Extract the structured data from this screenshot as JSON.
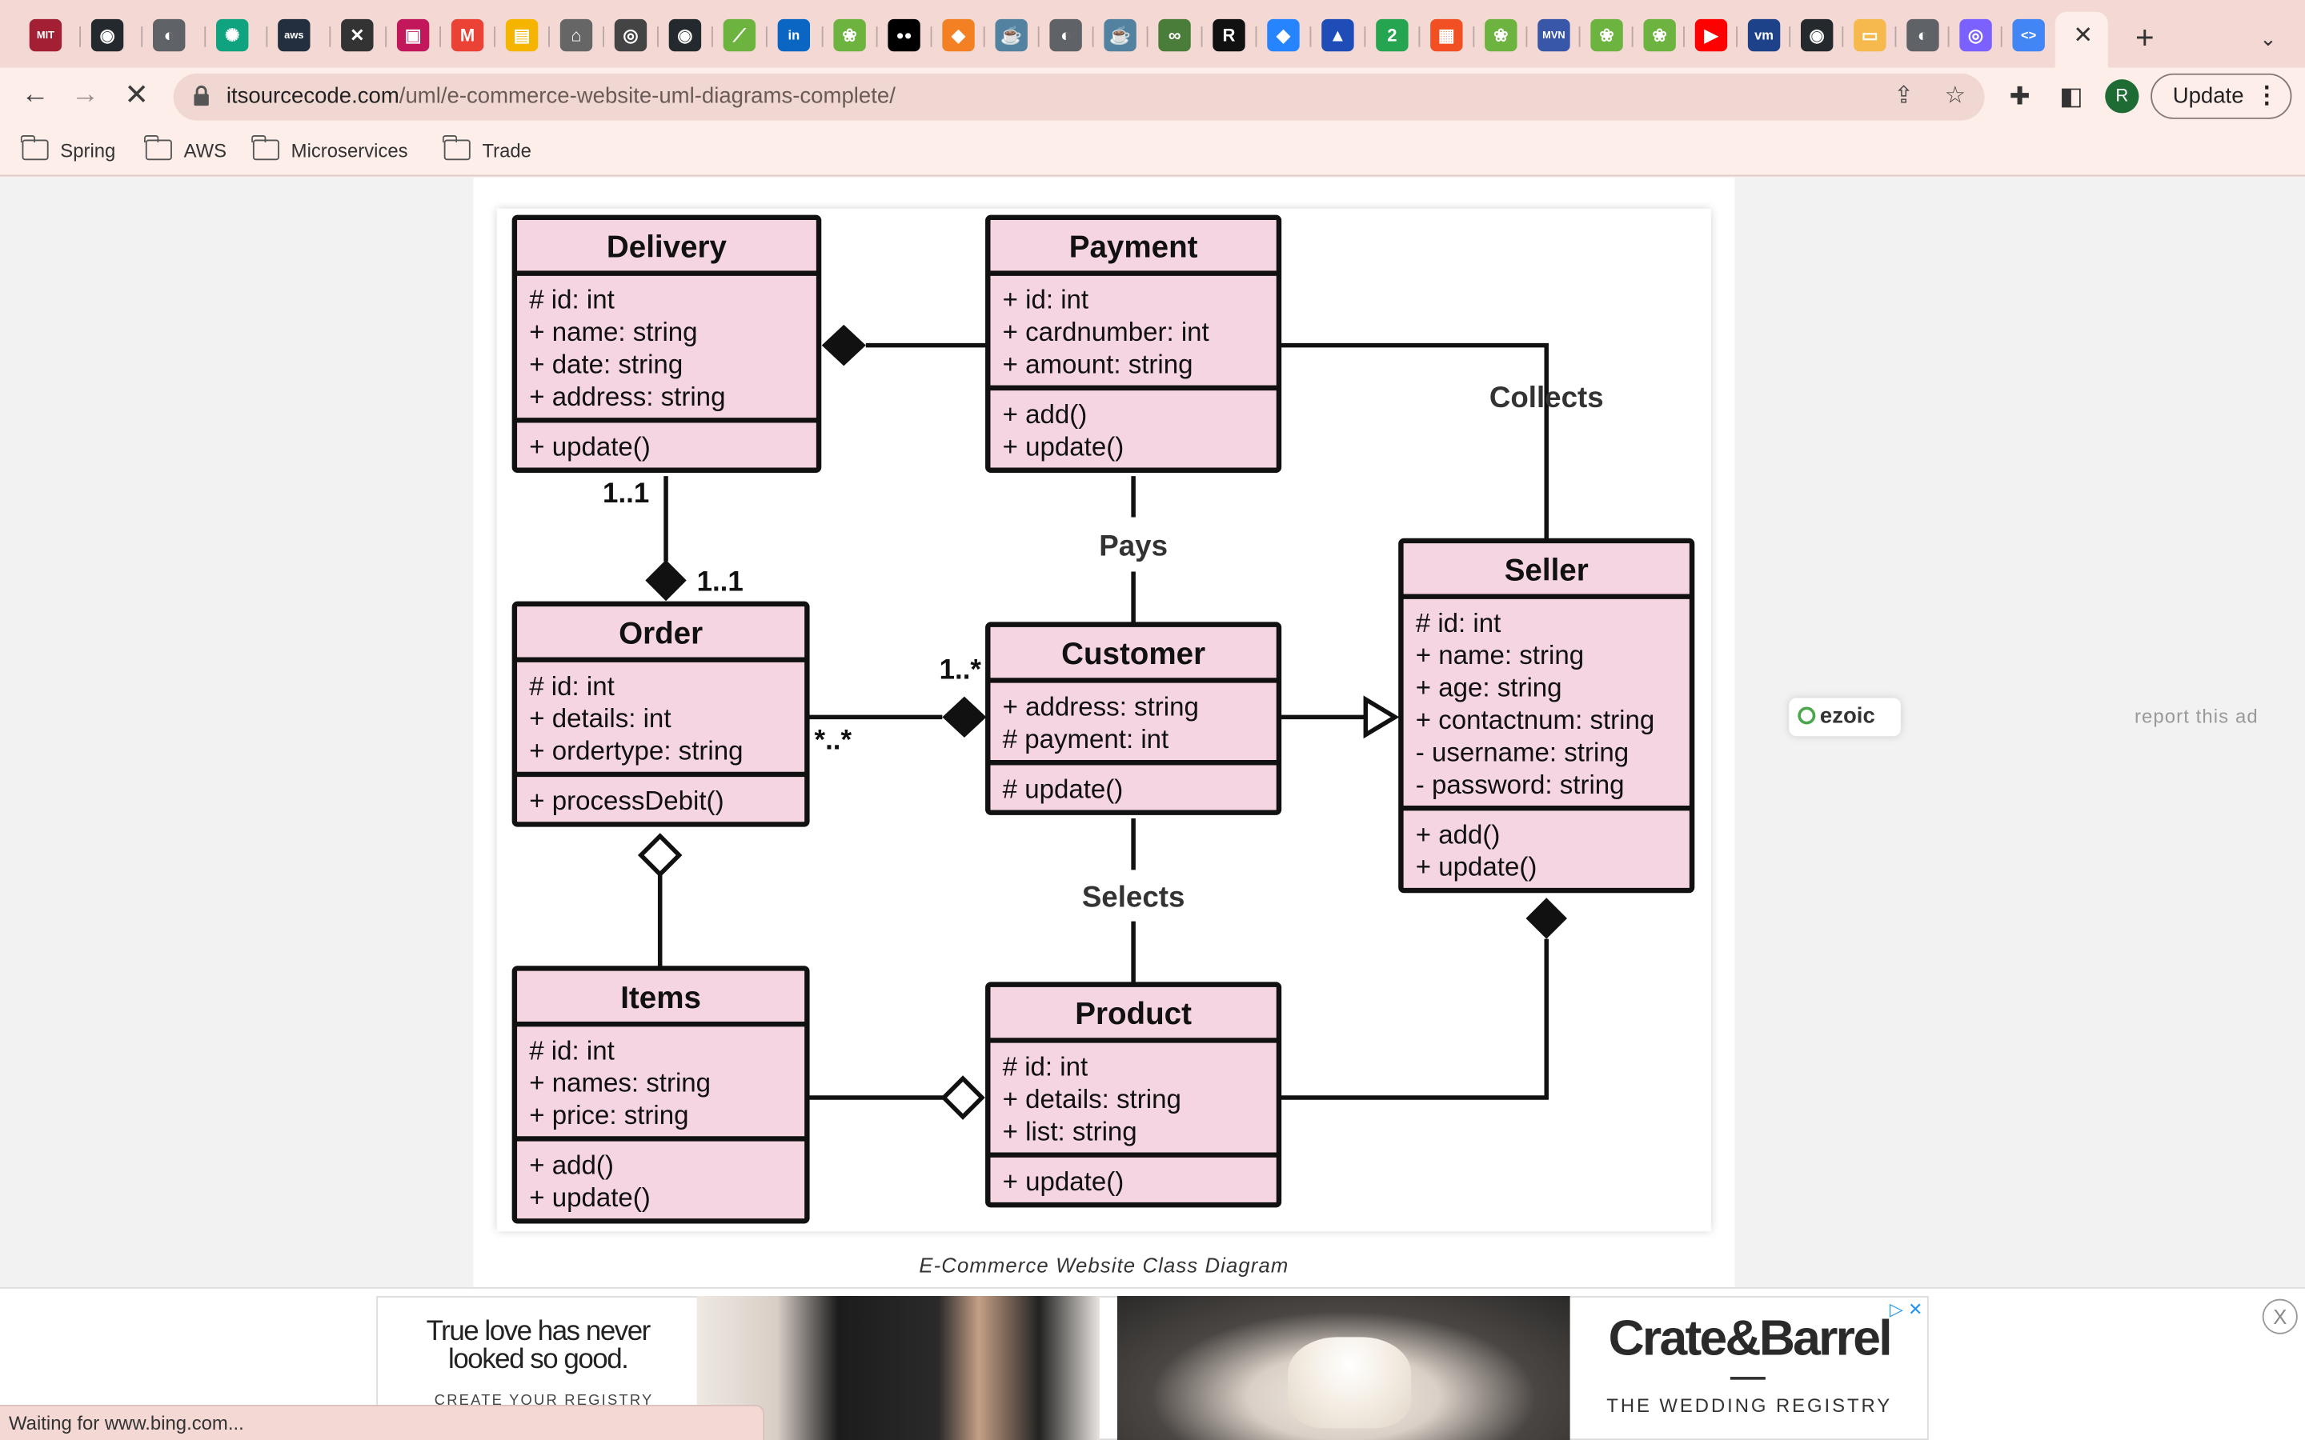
{
  "browser": {
    "url_host": "itsourcecode.com",
    "url_path": "/uml/e-commerce-website-uml-diagrams-complete/",
    "update_label": "Update",
    "avatar_letter": "R",
    "status_text": "Waiting for www.bing.com..."
  },
  "tabs": [
    {
      "icon": "mit-ocw-icon",
      "glyph": "MIT",
      "color": "#a31f34"
    },
    {
      "icon": "github-icon",
      "glyph": "◉",
      "color": "#24292e"
    },
    {
      "icon": "globe-icon",
      "glyph": "◐",
      "color": "#5f6368"
    },
    {
      "icon": "openai-icon",
      "glyph": "✺",
      "color": "#10a37f"
    },
    {
      "icon": "aws-icon",
      "glyph": "aws",
      "color": "#232f3e"
    },
    {
      "icon": "x-icon",
      "glyph": "✕",
      "color": "#333333"
    },
    {
      "icon": "app-icon",
      "glyph": "▣",
      "color": "#c2185b"
    },
    {
      "icon": "gmail-icon",
      "glyph": "M",
      "color": "#ea4335"
    },
    {
      "icon": "notes-icon",
      "glyph": "▤",
      "color": "#f4b400"
    },
    {
      "icon": "bank-icon",
      "glyph": "⌂",
      "color": "#666666"
    },
    {
      "icon": "chat-icon",
      "glyph": "◎",
      "color": "#444444"
    },
    {
      "icon": "github-icon",
      "glyph": "◉",
      "color": "#24292e"
    },
    {
      "icon": "leaf-icon",
      "glyph": "⟋",
      "color": "#6db33f"
    },
    {
      "icon": "linkedin-icon",
      "glyph": "in",
      "color": "#0a66c2"
    },
    {
      "icon": "spring-icon",
      "glyph": "❀",
      "color": "#6db33f"
    },
    {
      "icon": "medium-icon",
      "glyph": "●●",
      "color": "#000000"
    },
    {
      "icon": "box-icon",
      "glyph": "◆",
      "color": "#f48024"
    },
    {
      "icon": "java-icon",
      "glyph": "☕",
      "color": "#5382a1"
    },
    {
      "icon": "globe-icon",
      "glyph": "◐",
      "color": "#5f6368"
    },
    {
      "icon": "java-icon",
      "glyph": "☕",
      "color": "#5382a1"
    },
    {
      "icon": "glasses-icon",
      "glyph": "∞",
      "color": "#4b7d3a"
    },
    {
      "icon": "r-icon",
      "glyph": "R",
      "color": "#111111"
    },
    {
      "icon": "jira-icon",
      "glyph": "◆",
      "color": "#2684ff"
    },
    {
      "icon": "triangle-icon",
      "glyph": "▲",
      "color": "#1e4db7"
    },
    {
      "icon": "number-icon",
      "glyph": "2",
      "color": "#25a550"
    },
    {
      "icon": "microsoft-icon",
      "glyph": "▦",
      "color": "#f25022"
    },
    {
      "icon": "spring-icon",
      "glyph": "❀",
      "color": "#6db33f"
    },
    {
      "icon": "mvn-icon",
      "glyph": "MVN",
      "color": "#3857a8"
    },
    {
      "icon": "spring-icon",
      "glyph": "❀",
      "color": "#6db33f"
    },
    {
      "icon": "spring-icon",
      "glyph": "❀",
      "color": "#6db33f"
    },
    {
      "icon": "youtube-icon",
      "glyph": "▶",
      "color": "#ff0000"
    },
    {
      "icon": "vmware-icon",
      "glyph": "vm",
      "color": "#1d428a"
    },
    {
      "icon": "github-icon",
      "glyph": "◉",
      "color": "#24292e"
    },
    {
      "icon": "folder-icon",
      "glyph": "▭",
      "color": "#f6b94d"
    },
    {
      "icon": "globe-icon",
      "glyph": "◐",
      "color": "#5f6368"
    },
    {
      "icon": "target-icon",
      "glyph": "◎",
      "color": "#7b61ff"
    },
    {
      "icon": "code-icon",
      "glyph": "<>",
      "color": "#4285f4"
    }
  ],
  "bookmarks": [
    "Spring",
    "AWS",
    "Microservices",
    "Trade"
  ],
  "diagram": {
    "classes": {
      "delivery": {
        "name": "Delivery",
        "attrs": [
          "# id: int",
          "+ name: string",
          "+ date: string",
          "+ address: string"
        ],
        "ops": [
          "+ update()"
        ]
      },
      "payment": {
        "name": "Payment",
        "attrs": [
          "+ id: int",
          "+ cardnumber: int",
          "+ amount: string"
        ],
        "ops": [
          "+ add()",
          "+ update()"
        ]
      },
      "order": {
        "name": "Order",
        "attrs": [
          "# id: int",
          "+ details: int",
          "+ ordertype: string"
        ],
        "ops": [
          "+ processDebit()"
        ]
      },
      "customer": {
        "name": "Customer",
        "attrs": [
          "+ address: string",
          "# payment: int"
        ],
        "ops": [
          "# update()"
        ]
      },
      "seller": {
        "name": "Seller",
        "attrs": [
          "# id: int",
          "+ name: string",
          "+ age: string",
          "+ contactnum: string",
          "- username: string",
          "- password: string"
        ],
        "ops": [
          "+ add()",
          "+ update()"
        ]
      },
      "items": {
        "name": "Items",
        "attrs": [
          "# id: int",
          "+ names: string",
          "+ price: string"
        ],
        "ops": [
          "+ add()",
          "+ update()"
        ]
      },
      "product": {
        "name": "Product",
        "attrs": [
          "# id: int",
          "+ details: string",
          "+ list: string"
        ],
        "ops": [
          "+ update()"
        ]
      }
    },
    "labels": {
      "collects": "Collects",
      "pays": "Pays",
      "selects": "Selects",
      "delivery_mult": "1..1",
      "order_mult": "1..1",
      "customer_mult": "1..*",
      "order_many": "*..*"
    },
    "caption": "E-Commerce Website Class Diagram"
  },
  "ads": {
    "ezoic_label": "ezoic",
    "report_label": "report this ad",
    "headline": "True love has never looked so good.",
    "sub": "CREATE YOUR REGISTRY",
    "brand": "Crate&Barrel",
    "tagline": "THE WEDDING REGISTRY",
    "close_label": "X"
  },
  "colors": {
    "class_fill": "#f5d5e2",
    "tabstrip": "#f3d8d4",
    "toolbar": "#fdeeea"
  }
}
